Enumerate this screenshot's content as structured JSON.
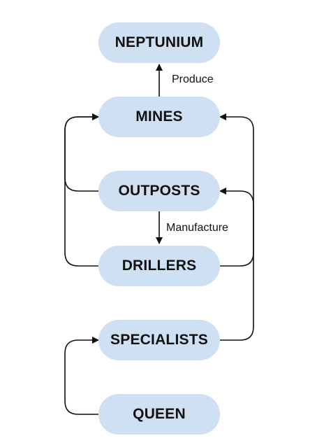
{
  "nodes": {
    "neptunium": "NEPTUNIUM",
    "mines": "MINES",
    "outposts": "OUTPOSTS",
    "drillers": "DRILLERS",
    "specialists": "SPECIALISTS",
    "queen": "QUEEN"
  },
  "edges": [
    {
      "from": "MINES",
      "to": "NEPTUNIUM",
      "label": "Produce"
    },
    {
      "from": "OUTPOSTS",
      "to": "DRILLERS",
      "label": "Manufacture"
    },
    {
      "from": "OUTPOSTS",
      "to": "MINES",
      "label": ""
    },
    {
      "from": "DRILLERS",
      "to": "MINES",
      "label": ""
    },
    {
      "from": "DRILLERS",
      "to": "OUTPOSTS",
      "label": ""
    },
    {
      "from": "SPECIALISTS",
      "to": "MINES",
      "label": ""
    },
    {
      "from": "QUEEN",
      "to": "SPECIALISTS",
      "label": ""
    }
  ],
  "colors": {
    "node_fill": "#cfe0f3",
    "text": "#111111",
    "edge": "#111111"
  }
}
